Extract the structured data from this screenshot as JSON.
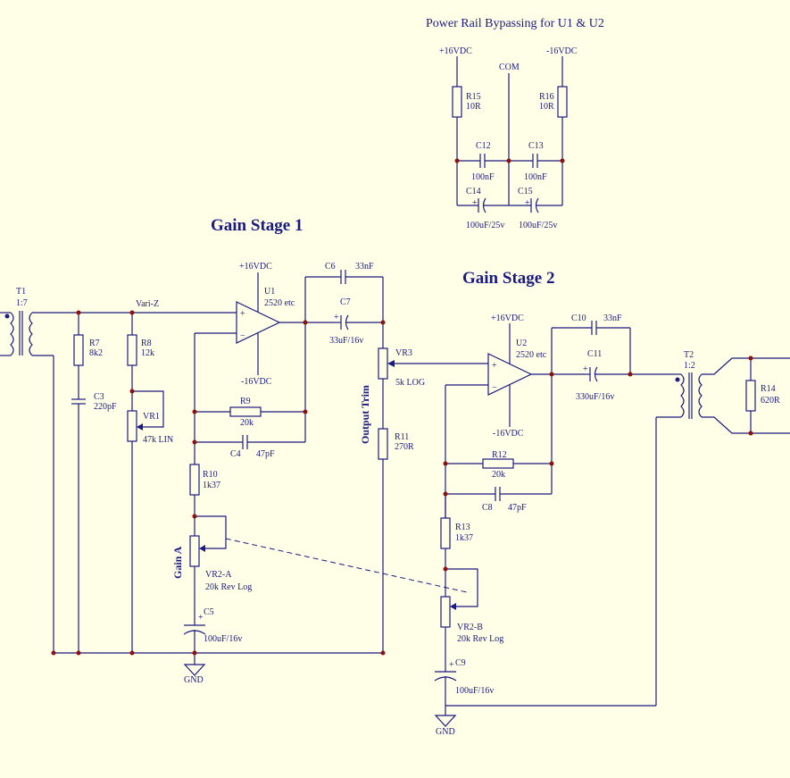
{
  "titles": {
    "rail": "Power Rail Bypassing for U1 & U2",
    "stage1": "Gain Stage 1",
    "stage2": "Gain Stage 2"
  },
  "rail_section": {
    "pos": "+16VDC",
    "neg": "-16VDC",
    "com": "COM",
    "R15": "R15",
    "R15v": "10R",
    "R16": "R16",
    "R16v": "10R",
    "C12": "C12",
    "C12v": "100nF",
    "C13": "C13",
    "C13v": "100nF",
    "C14": "C14",
    "C14v": "100uF/25v",
    "C15": "C15",
    "C15v": "100uF/25v"
  },
  "stage1": {
    "T1": "T1",
    "T1v": "1:7",
    "variz": "Vari-Z",
    "R7": "R7",
    "R7v": "8k2",
    "R8": "R8",
    "R8v": "12k",
    "C3": "C3",
    "C3v": "220pF",
    "VR1": "VR1",
    "VR1v": "47k LIN",
    "U1": "U1",
    "U1v": "2520 etc",
    "pos": "+16VDC",
    "neg": "-16VDC",
    "C6": "C6",
    "C6v": "33nF",
    "C7": "C7",
    "C7v": "33uF/16v",
    "R9": "R9",
    "R9v": "20k",
    "C4": "C4",
    "C4v": "47pF",
    "R10": "R10",
    "R10v": "1k37",
    "gainA": "Gain A",
    "VR2A": "VR2-A",
    "VR2Av": "20k Rev Log",
    "C5": "C5",
    "C5v": "100uF/16v",
    "gnd": "GND",
    "VR3": "VR3",
    "VR3v": "5k LOG",
    "trim": "Output Trim",
    "R11": "R11",
    "R11v": "270R"
  },
  "stage2": {
    "U2": "U2",
    "U2v": "2520 etc",
    "pos": "+16VDC",
    "neg": "-16VDC",
    "C10": "C10",
    "C10v": "33nF",
    "C11": "C11",
    "C11v": "330uF/16v",
    "T2": "T2",
    "T2v": "1:2",
    "R14": "R14",
    "R14v": "620R",
    "R12": "R12",
    "R12v": "20k",
    "C8": "C8",
    "C8v": "47pF",
    "R13": "R13",
    "R13v": "1k37",
    "VR2B": "VR2-B",
    "VR2Bv": "20k Rev Log",
    "C9": "C9",
    "C9v": "100uF/16v",
    "gnd": "GND"
  },
  "colors": {
    "background": "#ffffe8",
    "wire": "#1a1a80",
    "junction": "#8b1010"
  }
}
